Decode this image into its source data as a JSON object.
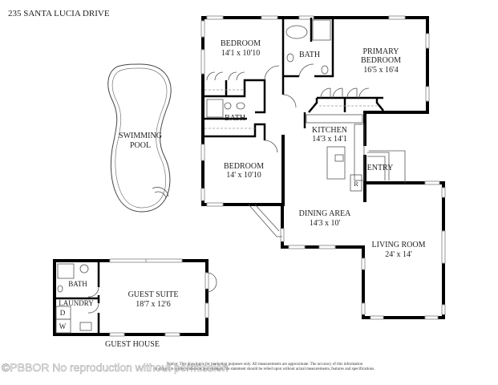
{
  "title": "235 SANTA LUCIA DRIVE",
  "rooms": {
    "bedroom_1": {
      "name": "BEDROOM",
      "size": "14'1 x 10'10"
    },
    "bath_primary": {
      "name": "BATH"
    },
    "primary_bedroom": {
      "name_line1": "PRIMARY",
      "name_line2": "BEDROOM",
      "size": "16'5 x 16'4"
    },
    "bath_hall": {
      "name": "BATH"
    },
    "kitchen": {
      "name": "KITCHEN",
      "size": "14'3 x 14'1"
    },
    "pool": {
      "name_line1": "SWIMMING",
      "name_line2": "POOL"
    },
    "bedroom_2": {
      "name": "BEDROOM",
      "size": "14' x 10'10"
    },
    "entry": {
      "name": "ENTRY"
    },
    "refrigerator": {
      "label": "R"
    },
    "dining": {
      "name": "DINING AREA",
      "size": "14'3 x 10'"
    },
    "living": {
      "name": "LIVING ROOM",
      "size": "24' x 14'"
    }
  },
  "guest_house": {
    "label": "GUEST HOUSE",
    "bath": "BATH",
    "suite": {
      "name": "GUEST SUITE",
      "size": "18'7 x 12'6"
    },
    "laundry": "LAUNDRY",
    "dryer": "D",
    "washer": "W"
  },
  "footer": {
    "line1": "Notice: This drawing is for marketing purposes only. All measurements are approximate. The accuracy of this information",
    "line2": "is subject to errors, omissions and changes. No statement should be relied upon without actual measurements, features and specifications.",
    "watermark": "©PBBOR No reproduction without permission"
  }
}
